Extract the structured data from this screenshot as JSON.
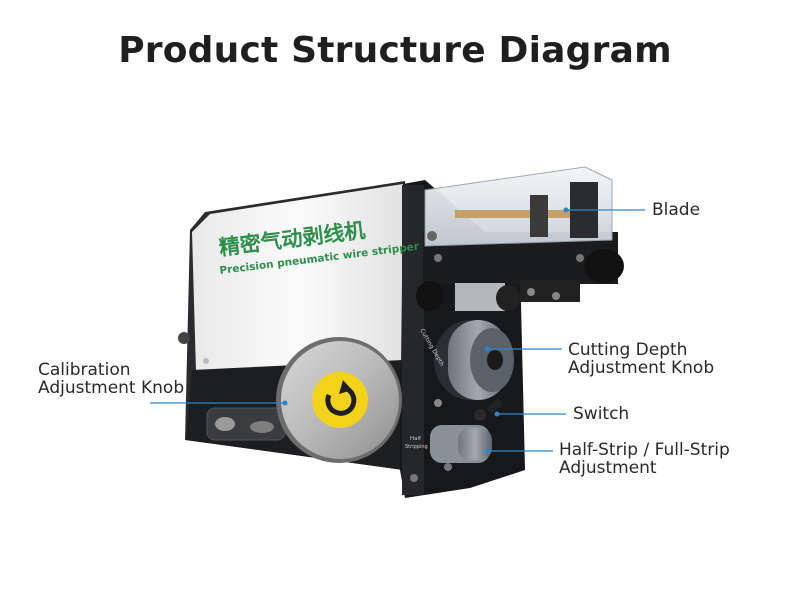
{
  "title": "Product Structure Diagram",
  "machine_print": {
    "chinese": "精密气动剥线机",
    "english": "Precision pneumatic wire stripper",
    "knob_text": "Cutting Depth",
    "half": "Half",
    "strip": "Stripping"
  },
  "labels": {
    "blade": "Blade",
    "cutting_depth": [
      "Cutting Depth",
      "Adjustment Knob"
    ],
    "switch": "Switch",
    "half_full": [
      "Half-Strip / Full-Strip",
      "Adjustment"
    ],
    "calibration": [
      "Calibration",
      "Adjustment Knob"
    ]
  },
  "colors": {
    "leader_line": "#2f84c9",
    "dial_center": "#f2d21b",
    "housing": "#1c1d20",
    "panel": "#f4f4f4"
  }
}
